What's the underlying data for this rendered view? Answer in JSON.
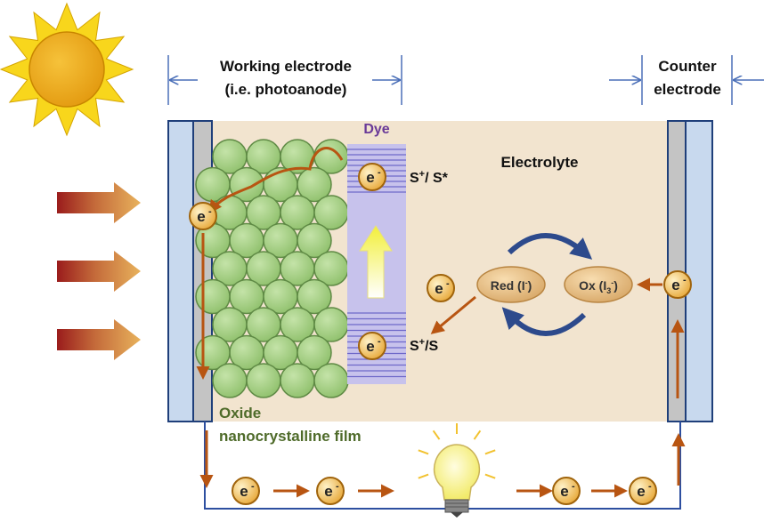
{
  "labels": {
    "working_electrode_line1": "Working electrode",
    "working_electrode_line2": "(i.e. photoanode)",
    "counter_electrode_line1": "Counter",
    "counter_electrode_line2": "electrode",
    "dye": "Dye",
    "electrolyte": "Electrolyte",
    "excited_state_base": "S",
    "excited_state_sup": "+",
    "excited_state_rest": "/ S*",
    "ground_state_base": "S",
    "ground_state_sup": "+",
    "ground_state_rest": "/S",
    "redox_red": "Red (I",
    "redox_red_sup": "-",
    "redox_red_end": ")",
    "redox_ox": "Ox (I",
    "redox_ox_sub": "3",
    "redox_ox_sup": "-",
    "redox_ox_end": ")",
    "oxide_line1": "Oxide",
    "oxide_line2": "nanocrystalline film",
    "electron_symbol": "e",
    "electron_charge": "-"
  },
  "colors": {
    "cell_background": "#f2e4cf",
    "glass": "#c8d9ee",
    "conductive_layer": "#c4c4c4",
    "electrode_border": "#1f3f7a",
    "tio2_particle": "#a9d18e",
    "tio2_particle_border": "#5f8a45",
    "dye_band": "#c7c2ec",
    "dye_lines": "#6e68c8",
    "dye_text": "#6a3a98",
    "oxide_text": "#4f6b2a",
    "electron_fill": "#f2c060",
    "electron_border": "#a0640c",
    "arrow_orange": "#b85512",
    "wire": "#2d4fa0",
    "redox_arrow": "#2d4a8c",
    "sun": "#f4b400",
    "sun_rays": "#f8d61c",
    "bulb": "#f7f39a"
  },
  "icons": {
    "sun": "sun-icon",
    "light_bulb": "light-bulb-icon",
    "light_arrows": "incident-light-arrow-icon"
  }
}
